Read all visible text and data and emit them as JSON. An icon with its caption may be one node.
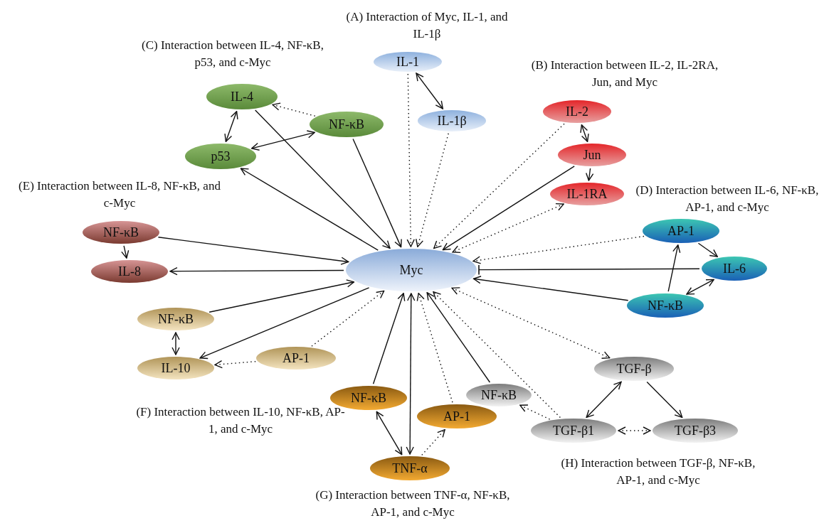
{
  "diagram": {
    "nodes": [
      {
        "text": [
          "Myc"
        ]
      },
      {
        "text": [
          "IL-1"
        ]
      },
      {
        "text": [
          "IL-1β"
        ]
      },
      {
        "text": [
          "IL-2"
        ]
      },
      {
        "text": [
          "Jun"
        ]
      },
      {
        "text": [
          "IL-1RA"
        ]
      },
      {
        "text": [
          "IL-4"
        ]
      },
      {
        "text": [
          "NF-κB"
        ]
      },
      {
        "text": [
          "p53"
        ]
      },
      {
        "text": [
          "AP-1"
        ]
      },
      {
        "text": [
          "IL-6"
        ]
      },
      {
        "text": [
          "NF-κB"
        ]
      },
      {
        "text": [
          "NF-κB"
        ]
      },
      {
        "text": [
          "IL-8"
        ]
      },
      {
        "text": [
          "NF-κB"
        ]
      },
      {
        "text": [
          "IL-10"
        ]
      },
      {
        "text": [
          "AP-1"
        ]
      },
      {
        "text": [
          "NF-κB"
        ]
      },
      {
        "text": [
          "AP-1"
        ]
      },
      {
        "text": [
          "TNF-α"
        ]
      },
      {
        "text": [
          "TGF-β"
        ]
      },
      {
        "text": [
          "NF-κB"
        ]
      },
      {
        "text": [
          "TGF-β1"
        ]
      },
      {
        "text": [
          "TGF-β3"
        ]
      }
    ],
    "edges": [
      {
        "from": 1,
        "to": 0,
        "arrow": "to",
        "style": "dashed"
      },
      {
        "from": 1,
        "to": 2,
        "arrow": "both"
      },
      {
        "from": 2,
        "to": 0,
        "arrow": "to",
        "style": "dashed"
      },
      {
        "from": 3,
        "to": 0,
        "arrow": "to",
        "style": "dashed"
      },
      {
        "from": 3,
        "to": 4,
        "arrow": "both"
      },
      {
        "from": 4,
        "to": 0,
        "arrow": "to"
      },
      {
        "from": 4,
        "to": 5,
        "arrow": "to"
      },
      {
        "from": 5,
        "to": 0,
        "arrow": "both",
        "style": "dashed"
      },
      {
        "from": 6,
        "to": 8,
        "arrow": "both"
      },
      {
        "from": 7,
        "to": 6,
        "arrow": "to",
        "style": "dashed"
      },
      {
        "from": 8,
        "to": 7,
        "arrow": "both"
      },
      {
        "from": 0,
        "to": 8,
        "arrow": "to"
      },
      {
        "from": 6,
        "to": 0,
        "arrow": "to"
      },
      {
        "from": 7,
        "to": 0,
        "arrow": "to"
      },
      {
        "from": 9,
        "to": 0,
        "arrow": "to",
        "style": "dashed"
      },
      {
        "from": 10,
        "to": 0,
        "arrow": "other"
      },
      {
        "from": 11,
        "to": 0,
        "arrow": "to"
      },
      {
        "from": 11,
        "to": 9,
        "arrow": "to"
      },
      {
        "from": 9,
        "to": 10,
        "arrow": "to"
      },
      {
        "from": 10,
        "to": 11,
        "arrow": "both"
      },
      {
        "from": 12,
        "to": 0,
        "arrow": "to"
      },
      {
        "from": 12,
        "to": 13,
        "arrow": "to"
      },
      {
        "from": 0,
        "to": 13,
        "arrow": "to"
      },
      {
        "from": 14,
        "to": 0,
        "arrow": "to"
      },
      {
        "from": 0,
        "to": 15,
        "arrow": "to"
      },
      {
        "from": 16,
        "to": 0,
        "arrow": "to",
        "style": "dashed"
      },
      {
        "from": 16,
        "to": 15,
        "arrow": "to",
        "style": "dashed"
      },
      {
        "from": 14,
        "to": 15,
        "arrow": "both"
      },
      {
        "from": 17,
        "to": 0,
        "arrow": "to"
      },
      {
        "from": 19,
        "to": 0,
        "arrow": "both"
      },
      {
        "from": 18,
        "to": 0,
        "arrow": "to",
        "style": "dashed"
      },
      {
        "from": 19,
        "to": 18,
        "arrow": "to",
        "style": "dashed"
      },
      {
        "from": 17,
        "to": 19,
        "arrow": "both"
      },
      {
        "from": 21,
        "to": 0,
        "arrow": "to"
      },
      {
        "from": 22,
        "to": 0,
        "arrow": "to",
        "style": "dashed"
      },
      {
        "from": 0,
        "to": 20,
        "arrow": "both",
        "style": "dashed"
      },
      {
        "from": 22,
        "to": 21,
        "arrow": "to",
        "style": "dashed"
      },
      {
        "from": 22,
        "to": 20,
        "arrow": "both"
      },
      {
        "from": 20,
        "to": 23,
        "arrow": "to"
      },
      {
        "from": 22,
        "to": 23,
        "arrow": "both",
        "style": "dashed"
      }
    ],
    "labels": [
      "(A) Interaction of Myc, IL-1, and IL-1β",
      "(C) Interaction between IL-4, NF-κB, p53, and c-Myc",
      "(B) Interaction between IL-2, IL-2RA, Jun, and Myc",
      "(E) Interaction between IL-8, NF-κB, and c-Myc",
      "(D) Interaction between IL-6, NF-κB, AP-1, and c-Myc",
      "(F) Interaction between IL-10, NF-κB, AP-1, and c-Myc",
      "(H) Interaction between TGF-β, NF-κB, AP-1, and c-Myc",
      "(G) Interaction between TNF-α, NF-κB, AP-1, and c-Myc"
    ]
  }
}
